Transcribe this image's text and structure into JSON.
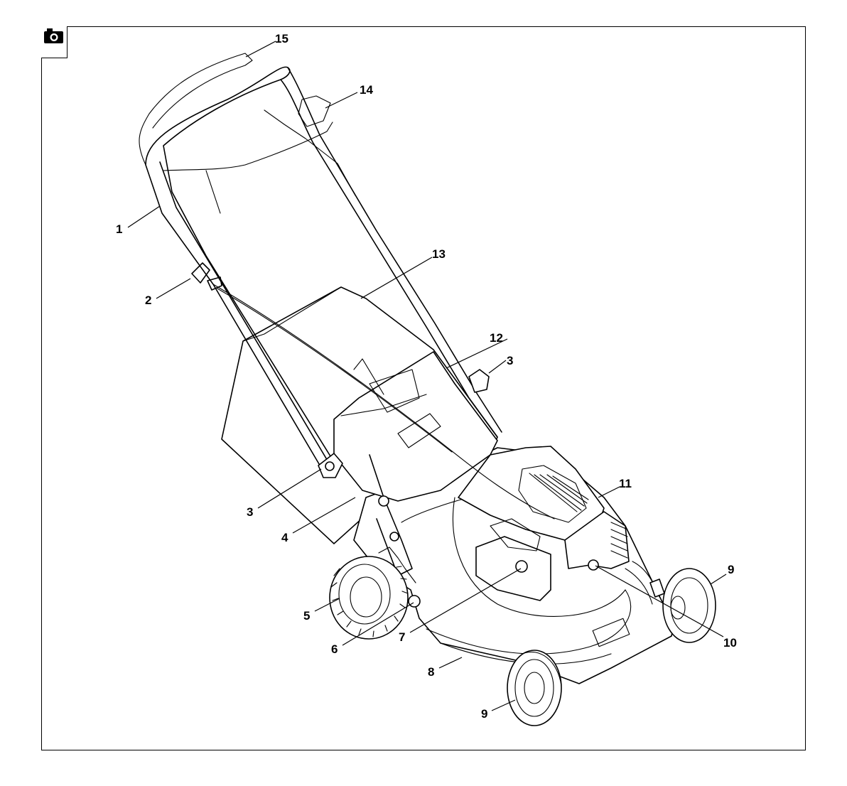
{
  "figure": {
    "icon": "camera-icon",
    "callouts": [
      {
        "id": "c1",
        "text": "1"
      },
      {
        "id": "c2",
        "text": "2"
      },
      {
        "id": "c3a",
        "text": "3"
      },
      {
        "id": "c3b",
        "text": "3"
      },
      {
        "id": "c4",
        "text": "4"
      },
      {
        "id": "c5",
        "text": "5"
      },
      {
        "id": "c6",
        "text": "6"
      },
      {
        "id": "c7",
        "text": "7"
      },
      {
        "id": "c8",
        "text": "8"
      },
      {
        "id": "c9a",
        "text": "9"
      },
      {
        "id": "c9b",
        "text": "9"
      },
      {
        "id": "c10",
        "text": "10"
      },
      {
        "id": "c11",
        "text": "11"
      },
      {
        "id": "c12",
        "text": "12"
      },
      {
        "id": "c13",
        "text": "13"
      },
      {
        "id": "c14",
        "text": "14"
      },
      {
        "id": "c15",
        "text": "15"
      }
    ]
  }
}
